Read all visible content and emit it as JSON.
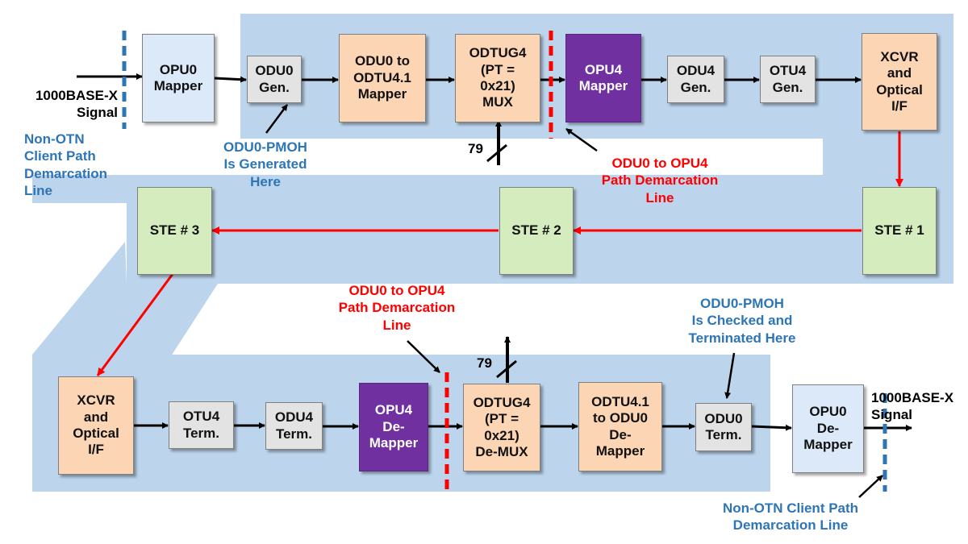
{
  "colors": {
    "band": "#bcd5ec",
    "peach": "#fcd5b5",
    "gray": "#e3e3e3",
    "light_blue": "#dce9f9",
    "green": "#d4ecbe",
    "purple": "#7030a0",
    "demarcation_red": "#ff0000",
    "demarcation_blue": "#2e75b6"
  },
  "top_chain": {
    "opu0_mapper": "OPU0\nMapper",
    "odu0_gen": "ODU0\nGen.",
    "odu0_to_odtu41_mapper": "ODU0 to\nODTU4.1\nMapper",
    "odtug4_mux": "ODTUG4\n(PT =\n0x21)\nMUX",
    "opu4_mapper": "OPU4\nMapper",
    "odu4_gen": "ODU4\nGen.",
    "otu4_gen": "OTU4\nGen.",
    "xcvr_top": "XCVR\nand\nOptical\nI/F"
  },
  "middle_chain": {
    "ste1": "STE # 1",
    "ste2": "STE # 2",
    "ste3": "STE # 3"
  },
  "bottom_chain": {
    "xcvr_bottom": "XCVR\nand\nOptical\nI/F",
    "otu4_term": "OTU4\nTerm.",
    "odu4_term": "ODU4\nTerm.",
    "opu4_demapper": "OPU4\nDe-\nMapper",
    "odtug4_demux": "ODTUG4\n(PT =\n0x21)\nDe-MUX",
    "odtu41_to_odu0_demapper": "ODTU4.1\nto ODU0\nDe-\nMapper",
    "odu0_term": "ODU0\nTerm.",
    "opu0_demapper": "OPU0\nDe-\nMapper"
  },
  "labels": {
    "signal_in": "1000BASE-X\nSignal",
    "signal_out": "1000BASE-X\nSignal",
    "non_otn_left": "Non-OTN\nClient Path\nDemarcation\nLine",
    "non_otn_right": "Non-OTN Client Path\nDemarcation Line",
    "pmoh_generated": "ODU0-PMOH\nIs Generated\nHere",
    "pmoh_checked": "ODU0-PMOH\nIs Checked and\nTerminated Here",
    "path_demarc_top": "ODU0 to OPU4\nPath Demarcation\nLine",
    "path_demarc_bottom": "ODU0 to OPU4\nPath Demarcation\nLine",
    "tributary_count_top": "79",
    "tributary_count_bottom": "79"
  }
}
